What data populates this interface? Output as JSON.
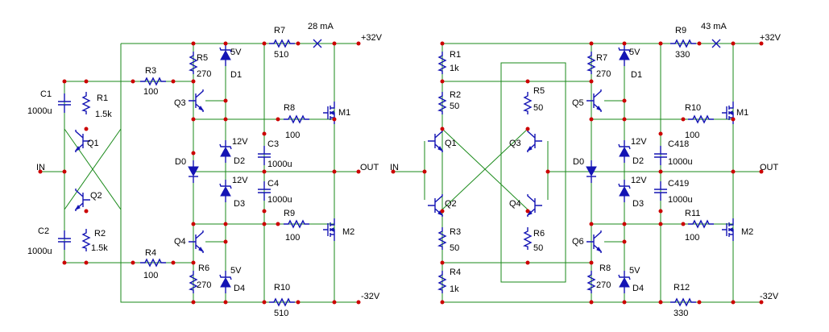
{
  "left": {
    "current": "28 mA",
    "rails": {
      "pos": "+32V",
      "neg": "-32V"
    },
    "io": {
      "in": "IN",
      "out": "OUT"
    },
    "parts": {
      "R1": {
        "name": "R1",
        "value": "1.5k"
      },
      "R2": {
        "name": "R2",
        "value": "1.5k"
      },
      "R3": {
        "name": "R3",
        "value": "100"
      },
      "R4": {
        "name": "R4",
        "value": "100"
      },
      "R5": {
        "name": "R5",
        "value": "270"
      },
      "R6": {
        "name": "R6",
        "value": "270"
      },
      "R7": {
        "name": "R7",
        "value": "510"
      },
      "R8": {
        "name": "R8",
        "value": "100"
      },
      "R9": {
        "name": "R9",
        "value": "100"
      },
      "R10": {
        "name": "R10",
        "value": "510"
      },
      "C1": {
        "name": "C1",
        "value": "1000u"
      },
      "C2": {
        "name": "C2",
        "value": "1000u"
      },
      "C3": {
        "name": "C3",
        "value": "1000u"
      },
      "C4": {
        "name": "C4",
        "value": "1000u"
      },
      "Q1": "Q1",
      "Q2": "Q2",
      "Q3": "Q3",
      "Q4": "Q4",
      "D0": "D0",
      "D1": {
        "name": "D1",
        "value": "5V"
      },
      "D2": {
        "name": "D2",
        "value": "12V"
      },
      "D3": {
        "name": "D3",
        "value": "12V"
      },
      "D4": {
        "name": "D4",
        "value": "5V"
      },
      "M1": "M1",
      "M2": "M2"
    }
  },
  "right": {
    "current": "43 mA",
    "rails": {
      "pos": "+32V",
      "neg": "-32V"
    },
    "io": {
      "in": "IN",
      "out": "OUT"
    },
    "parts": {
      "R1": {
        "name": "R1",
        "value": "1k"
      },
      "R2": {
        "name": "R2",
        "value": "50"
      },
      "R3": {
        "name": "R3",
        "value": "50"
      },
      "R4": {
        "name": "R4",
        "value": "1k"
      },
      "R5": {
        "name": "R5",
        "value": "50"
      },
      "R6": {
        "name": "R6",
        "value": "50"
      },
      "R7": {
        "name": "R7",
        "value": "270"
      },
      "R8": {
        "name": "R8",
        "value": "270"
      },
      "R9": {
        "name": "R9",
        "value": "330"
      },
      "R10": {
        "name": "R10",
        "value": "100"
      },
      "R11": {
        "name": "R11",
        "value": "100"
      },
      "R12": {
        "name": "R12",
        "value": "330"
      },
      "C418": {
        "name": "C418",
        "value": "1000u"
      },
      "C419": {
        "name": "C419",
        "value": "1000u"
      },
      "Q1": "Q1",
      "Q2": "Q2",
      "Q3": "Q3",
      "Q4": "Q4",
      "Q5": "Q5",
      "Q6": "Q6",
      "D0": "D0",
      "D1": {
        "name": "D1",
        "value": "5V"
      },
      "D2": {
        "name": "D2",
        "value": "12V"
      },
      "D3": {
        "name": "D3",
        "value": "12V"
      },
      "D4": {
        "name": "D4",
        "value": "5V"
      },
      "M1": "M1",
      "M2": "M2"
    }
  },
  "colors": {
    "wire": "#1a8a1a",
    "component": "#1414b4",
    "node": "#cc0000"
  }
}
